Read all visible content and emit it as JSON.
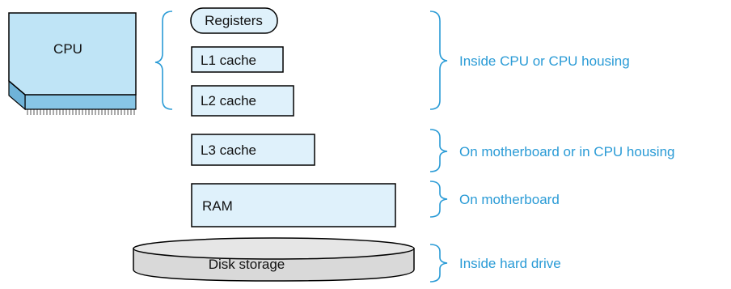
{
  "cpu": {
    "label": "CPU"
  },
  "memory_levels": [
    {
      "id": "registers",
      "label": "Registers"
    },
    {
      "id": "l1",
      "label": "L1 cache"
    },
    {
      "id": "l2",
      "label": "L2 cache"
    },
    {
      "id": "l3",
      "label": "L3 cache"
    },
    {
      "id": "ram",
      "label": "RAM"
    },
    {
      "id": "disk",
      "label": "Disk storage"
    }
  ],
  "locations": [
    {
      "id": "inside-cpu",
      "label": "Inside CPU or CPU housing"
    },
    {
      "id": "motherboard-or-cpu",
      "label": "On motherboard or in CPU housing"
    },
    {
      "id": "motherboard",
      "label": "On motherboard"
    },
    {
      "id": "hard-drive",
      "label": "Inside hard drive"
    }
  ],
  "colors": {
    "box_fill": "#dff1fb",
    "box_stroke": "#000000",
    "cpu_top": "#bfe4f6",
    "cpu_side": "#88c6e6",
    "disk_fill": "#e6e6e6",
    "bracket": "#2a9bd6",
    "location_text": "#2a9bd6"
  }
}
